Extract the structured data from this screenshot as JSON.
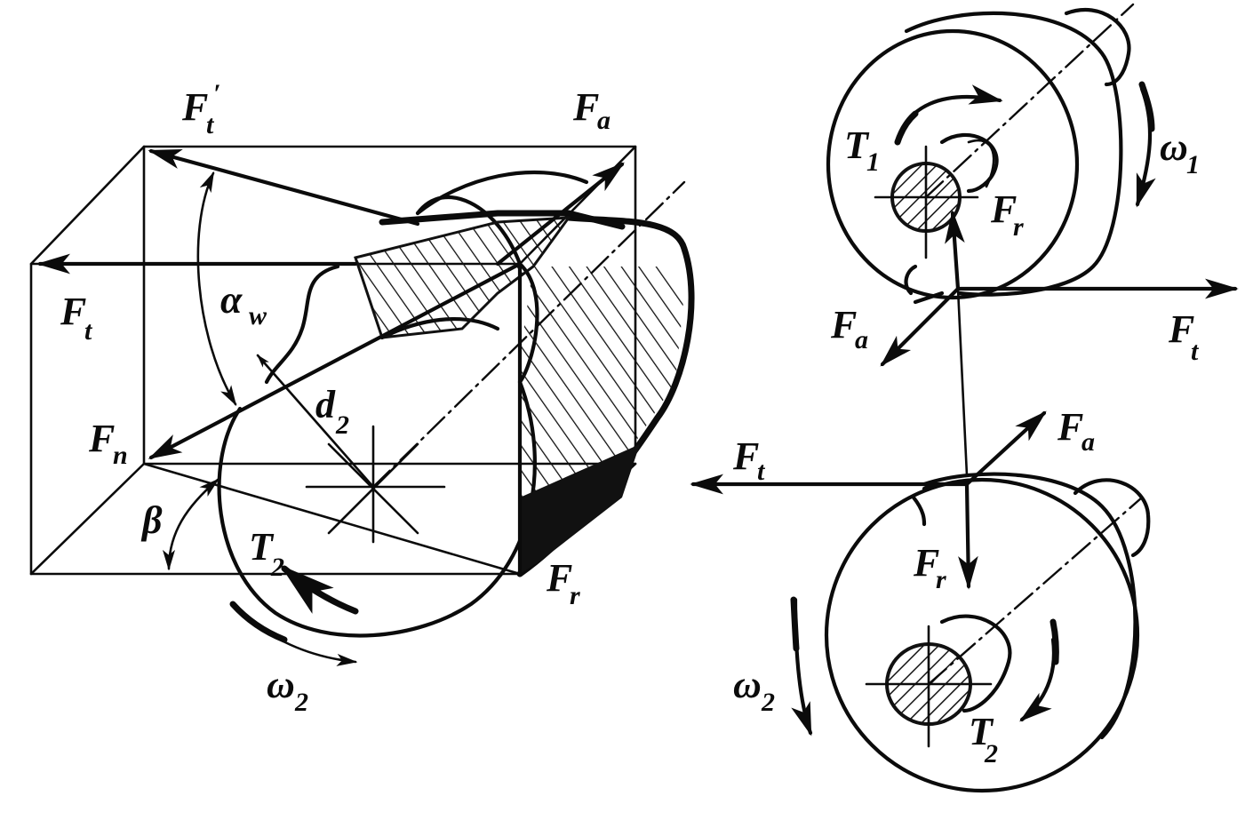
{
  "left_view": {
    "labels": {
      "ft_prime": {
        "main": "F",
        "sub": "t",
        "sup": "′"
      },
      "fa": {
        "main": "F",
        "sub": "a"
      },
      "ft": {
        "main": "F",
        "sub": "t"
      },
      "alpha_w": {
        "main": "α",
        "sub": "w"
      },
      "d2": {
        "main": "d",
        "sub": "2"
      },
      "fn": {
        "main": "F",
        "sub": "n"
      },
      "beta": {
        "main": "β"
      },
      "t2": {
        "main": "T",
        "sub": "2"
      },
      "fr": {
        "main": "F",
        "sub": "r"
      },
      "omega2": {
        "main": "ω",
        "sub": "2"
      }
    }
  },
  "right_view": {
    "upper_gear": {
      "t1": {
        "main": "T",
        "sub": "1"
      },
      "omega1": {
        "main": "ω",
        "sub": "1"
      },
      "fr": {
        "main": "F",
        "sub": "r"
      },
      "fa": {
        "main": "F",
        "sub": "a"
      },
      "ft": {
        "main": "F",
        "sub": "t"
      }
    },
    "lower_gear": {
      "ft": {
        "main": "F",
        "sub": "t"
      },
      "fa": {
        "main": "F",
        "sub": "a"
      },
      "fr": {
        "main": "F",
        "sub": "r"
      },
      "omega2": {
        "main": "ω",
        "sub": "2"
      },
      "t2": {
        "main": "T",
        "sub": "2"
      }
    }
  }
}
